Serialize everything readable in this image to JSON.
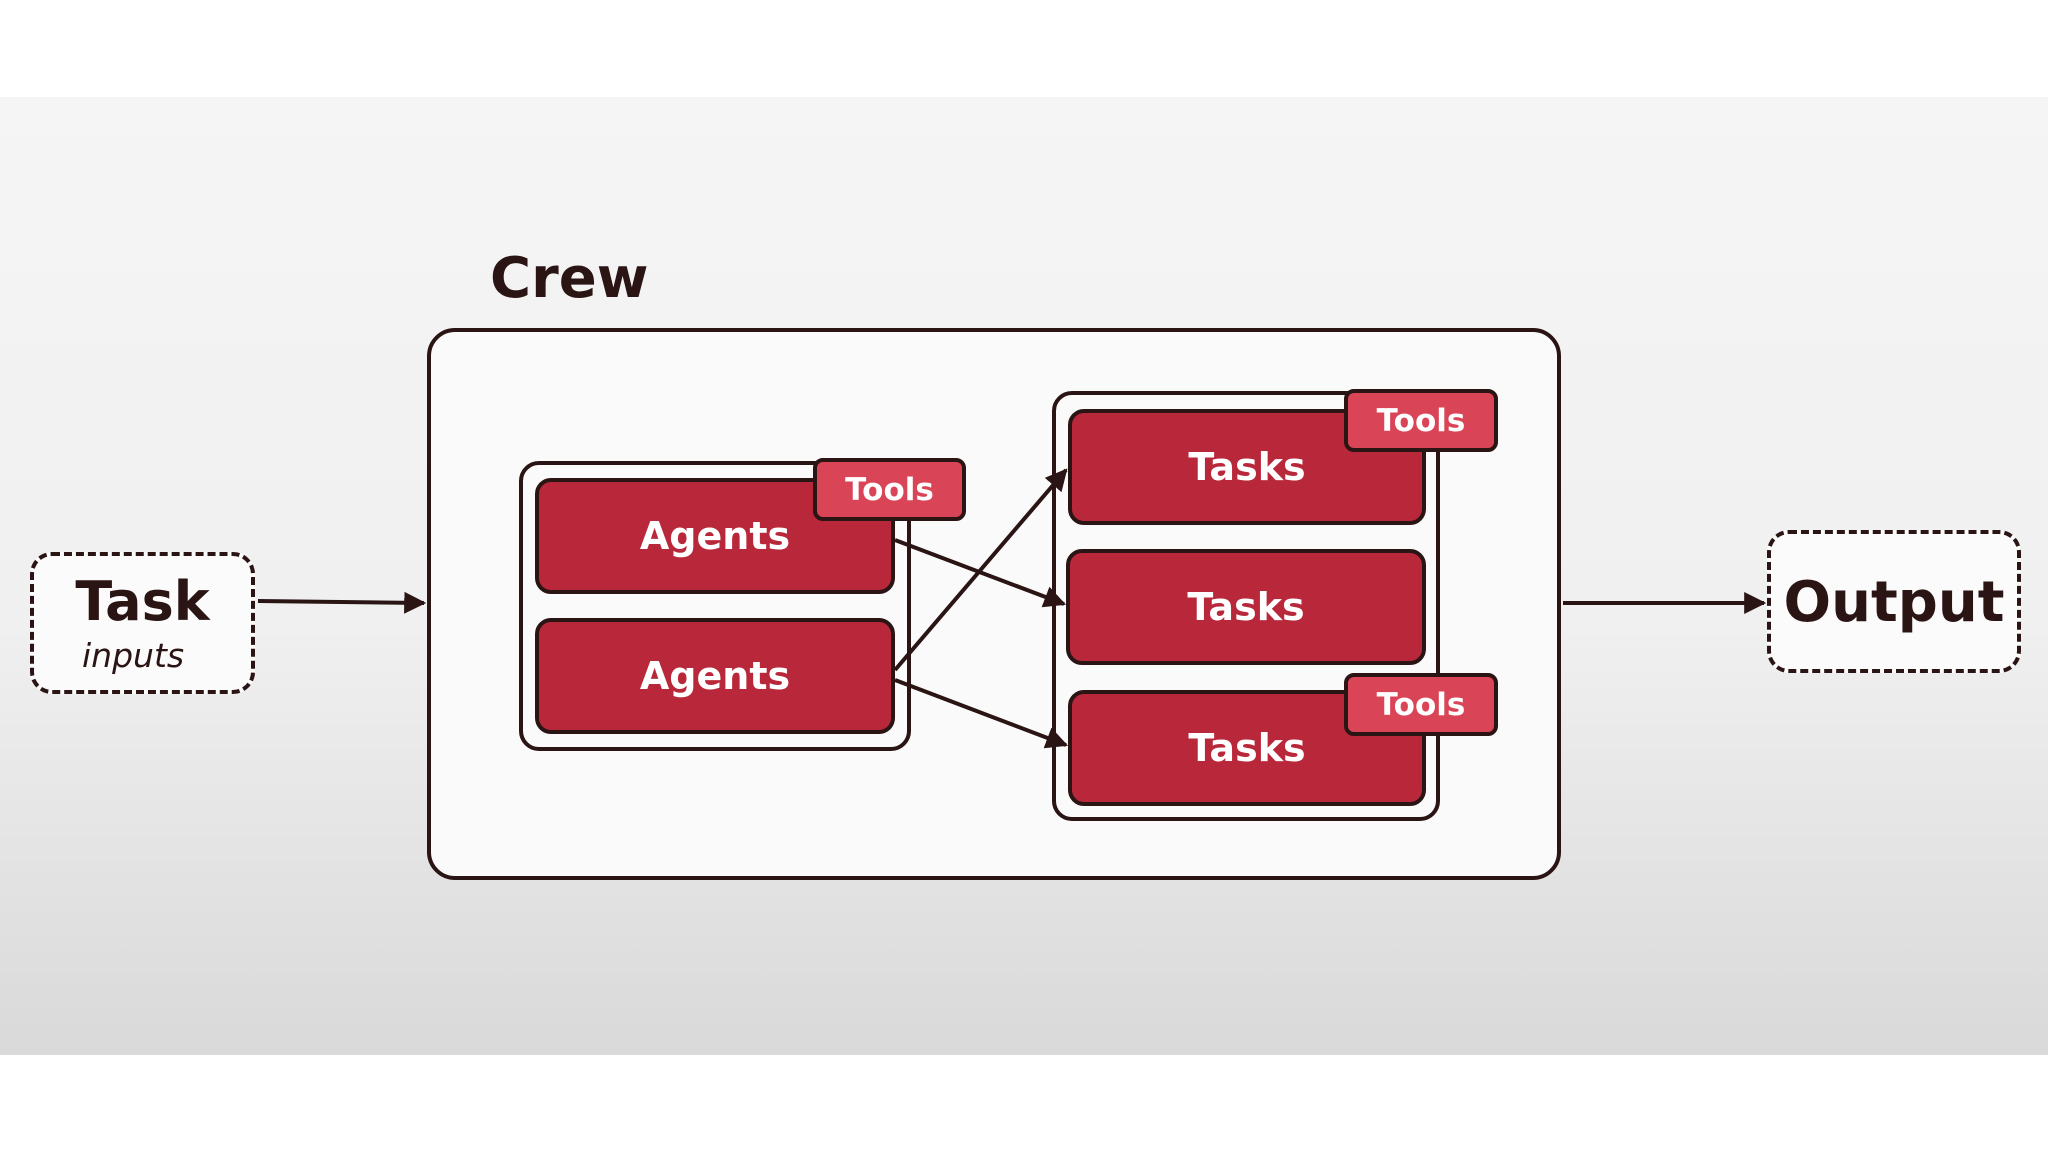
{
  "diagram": {
    "input": {
      "title": "Task",
      "subtitle": "inputs"
    },
    "crew": {
      "label": "Crew"
    },
    "agents": [
      {
        "label": "Agents",
        "badge": "Tools"
      },
      {
        "label": "Agents",
        "badge": ""
      }
    ],
    "tasks": [
      {
        "label": "Tasks",
        "badge": "Tools"
      },
      {
        "label": "Tasks",
        "badge": ""
      },
      {
        "label": "Tasks",
        "badge": "Tools"
      }
    ],
    "output": {
      "title": "Output"
    },
    "colors": {
      "task_fill": "#b8283a",
      "tools_fill": "#d94556",
      "outline": "#2a1414",
      "text_on_red": "#ffffff"
    }
  }
}
